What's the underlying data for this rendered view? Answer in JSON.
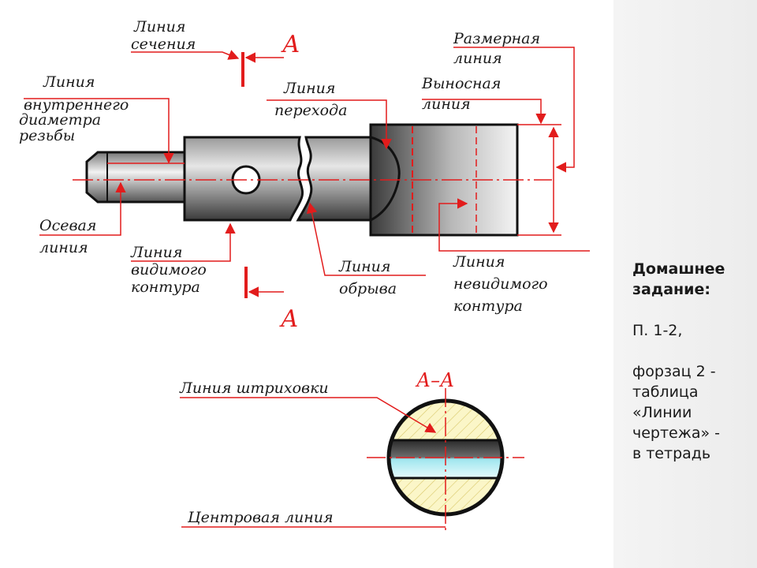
{
  "labels": {
    "section_line": [
      "Линия",
      "сечения"
    ],
    "dimension_line": [
      "Размерная",
      "линия"
    ],
    "thread_inner": [
      "Линия",
      "внутреннего",
      "диаметра",
      "резьбы"
    ],
    "transition_line": [
      "Линия",
      "перехода"
    ],
    "extension_line": [
      "Выносная",
      "линия"
    ],
    "axis_line": [
      "Осевая",
      "линия"
    ],
    "visible_contour": [
      "Линия",
      "видимого",
      "контура"
    ],
    "break_line": [
      "Линия",
      "обрыва"
    ],
    "hidden_contour": [
      "Линия",
      "невидимого",
      "контура"
    ],
    "hatch_line": "Линия штриховки",
    "center_line": "Центровая линия",
    "section_letter_top": "А",
    "section_letter_bottom": "А",
    "section_title": "А–А"
  },
  "homework": {
    "title": [
      "Домашнее",
      "задание:"
    ],
    "lines": [
      "П. 1-2,",
      "",
      "форзац 2 -",
      "таблица",
      "«Линии",
      "чертежа» -",
      "в тетрадь"
    ]
  },
  "colors": {
    "red": "#e21c1c",
    "steel_dark": "#3a3a3a",
    "steel_light": "#f0f0f0",
    "hatch_fill": "#fbf6c8",
    "slot_fill": "#bff0f4"
  }
}
